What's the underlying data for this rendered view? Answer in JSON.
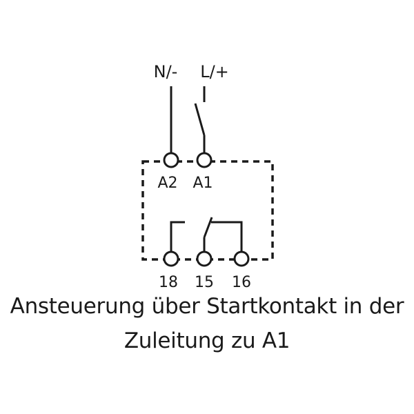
{
  "supply": {
    "neutral_label": "N/-",
    "line_label": "L/+"
  },
  "terminals": {
    "a2": "A2",
    "a1": "A1",
    "t18": "18",
    "t15": "15",
    "t16": "16"
  },
  "caption": {
    "line1": "Ansteuerung über Startkontakt in der",
    "line2": "Zuleitung zu A1"
  },
  "colors": {
    "ink": "#1a1a1a",
    "background": "#ffffff"
  }
}
